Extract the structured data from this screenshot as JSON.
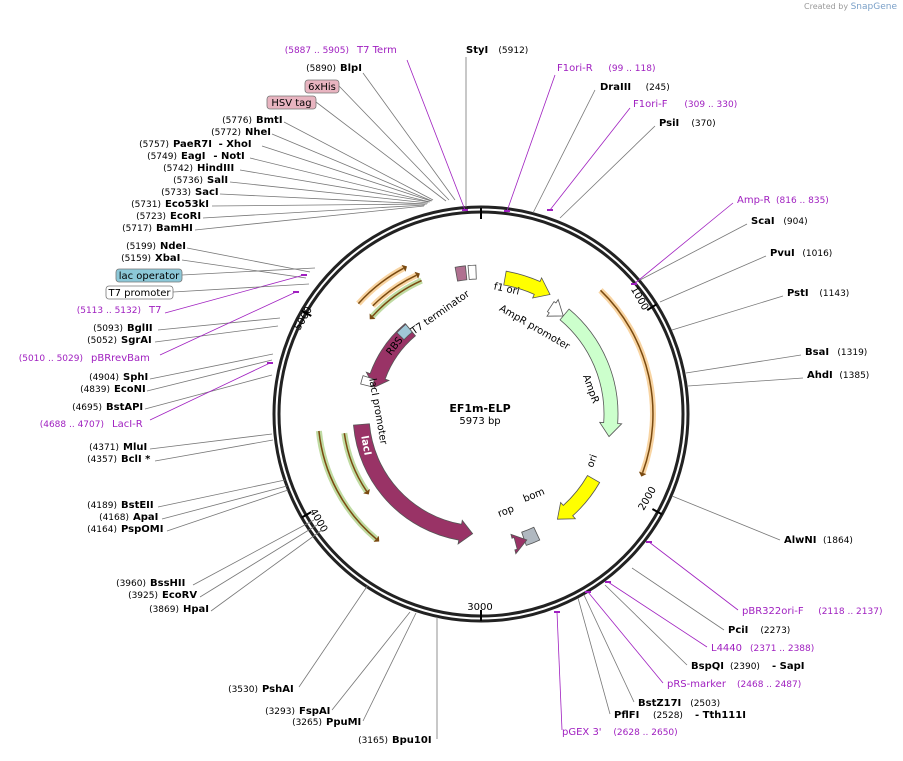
{
  "header": {
    "brand_prefix": "Created by",
    "brand_name": "SnapGene"
  },
  "map": {
    "name": "EF1m-ELP",
    "size_label": "5973 bp",
    "ticks": [
      "1000",
      "2000",
      "3000",
      "4000",
      "5000"
    ]
  },
  "enzymes": [
    {
      "name": "StyI",
      "pos": "(5912)"
    },
    {
      "name": "BlpI",
      "pos": "(5890)"
    },
    {
      "name": "BmtI",
      "pos": "(5776)"
    },
    {
      "name": "NheI",
      "pos": "(5772)"
    },
    {
      "name": "PaeR7I",
      "pos": "(5757)",
      "alt": "XhoI"
    },
    {
      "name": "EagI",
      "pos": "(5749)",
      "alt": "NotI"
    },
    {
      "name": "HindIII",
      "pos": "(5742)"
    },
    {
      "name": "SalI",
      "pos": "(5736)"
    },
    {
      "name": "SacI",
      "pos": "(5733)"
    },
    {
      "name": "Eco53kI",
      "pos": "(5731)"
    },
    {
      "name": "EcoRI",
      "pos": "(5723)"
    },
    {
      "name": "BamHI",
      "pos": "(5717)"
    },
    {
      "name": "NdeI",
      "pos": "(5199)"
    },
    {
      "name": "XbaI",
      "pos": "(5159)"
    },
    {
      "name": "BglII",
      "pos": "(5093)"
    },
    {
      "name": "SgrAI",
      "pos": "(5052)"
    },
    {
      "name": "SphI",
      "pos": "(4904)"
    },
    {
      "name": "EcoNI",
      "pos": "(4839)"
    },
    {
      "name": "BstAPI",
      "pos": "(4695)"
    },
    {
      "name": "MluI",
      "pos": "(4371)"
    },
    {
      "name": "BclI *",
      "pos": "(4357)"
    },
    {
      "name": "BstEII",
      "pos": "(4189)"
    },
    {
      "name": "ApaI",
      "pos": "(4168)"
    },
    {
      "name": "PspOMI",
      "pos": "(4164)"
    },
    {
      "name": "BssHII",
      "pos": "(3960)"
    },
    {
      "name": "EcoRV",
      "pos": "(3925)"
    },
    {
      "name": "HpaI",
      "pos": "(3869)"
    },
    {
      "name": "PshAI",
      "pos": "(3530)"
    },
    {
      "name": "FspAI",
      "pos": "(3293)"
    },
    {
      "name": "PpuMI",
      "pos": "(3265)"
    },
    {
      "name": "Bpu10I",
      "pos": "(3165)"
    },
    {
      "name": "DraIII",
      "pos": "(245)"
    },
    {
      "name": "PsiI",
      "pos": "(370)"
    },
    {
      "name": "ScaI",
      "pos": "(904)"
    },
    {
      "name": "PvuI",
      "pos": "(1016)"
    },
    {
      "name": "PstI",
      "pos": "(1143)"
    },
    {
      "name": "BsaI",
      "pos": "(1319)"
    },
    {
      "name": "AhdI",
      "pos": "(1385)"
    },
    {
      "name": "AlwNI",
      "pos": "(1864)"
    },
    {
      "name": "PciI",
      "pos": "(2273)"
    },
    {
      "name": "BspQI",
      "pos": "(2390)",
      "alt": "SapI"
    },
    {
      "name": "BstZ17I",
      "pos": "(2503)"
    },
    {
      "name": "PflFI",
      "pos": "(2528)",
      "alt": "Tth111I"
    }
  ],
  "primers": [
    {
      "name": "T7 Term",
      "pos": "(5887 .. 5905)"
    },
    {
      "name": "F1ori-R",
      "pos": "(99 .. 118)"
    },
    {
      "name": "F1ori-F",
      "pos": "(309 .. 330)"
    },
    {
      "name": "Amp-R",
      "pos": "(816 .. 835)"
    },
    {
      "name": "T7",
      "pos": "(5113 .. 5132)"
    },
    {
      "name": "pBRrevBam",
      "pos": "(5010 .. 5029)"
    },
    {
      "name": "LacI-R",
      "pos": "(4688 .. 4707)"
    },
    {
      "name": "pBR322ori-F",
      "pos": "(2118 .. 2137)"
    },
    {
      "name": "L4440",
      "pos": "(2371 .. 2388)"
    },
    {
      "name": "pRS-marker",
      "pos": "(2468 .. 2487)"
    },
    {
      "name": "pGEX 3'",
      "pos": "(2628 .. 2650)"
    }
  ],
  "tags": [
    {
      "name": "6xHis"
    },
    {
      "name": "HSV tag"
    },
    {
      "name": "lac operator"
    },
    {
      "name": "T7 promoter"
    }
  ],
  "features": [
    {
      "name": "f1 ori"
    },
    {
      "name": "AmpR promoter"
    },
    {
      "name": "AmpR"
    },
    {
      "name": "ori"
    },
    {
      "name": "rop"
    },
    {
      "name": "bom"
    },
    {
      "name": "lacI"
    },
    {
      "name": "lacI promoter"
    },
    {
      "name": "RBS"
    },
    {
      "name": "T7 terminator"
    }
  ],
  "colors": {
    "backbone": "#222222",
    "primer": "#a020c0",
    "f1ori": "#ffff00",
    "ori": "#ffff00",
    "ampr": "#ccffcc",
    "laci": "#993366",
    "rop": "#993366",
    "orf_orange": "#f0a030",
    "orf_green": "#70b030",
    "lacop_tag": "#8cc8d8",
    "his_tag": "#e8b4c0"
  }
}
